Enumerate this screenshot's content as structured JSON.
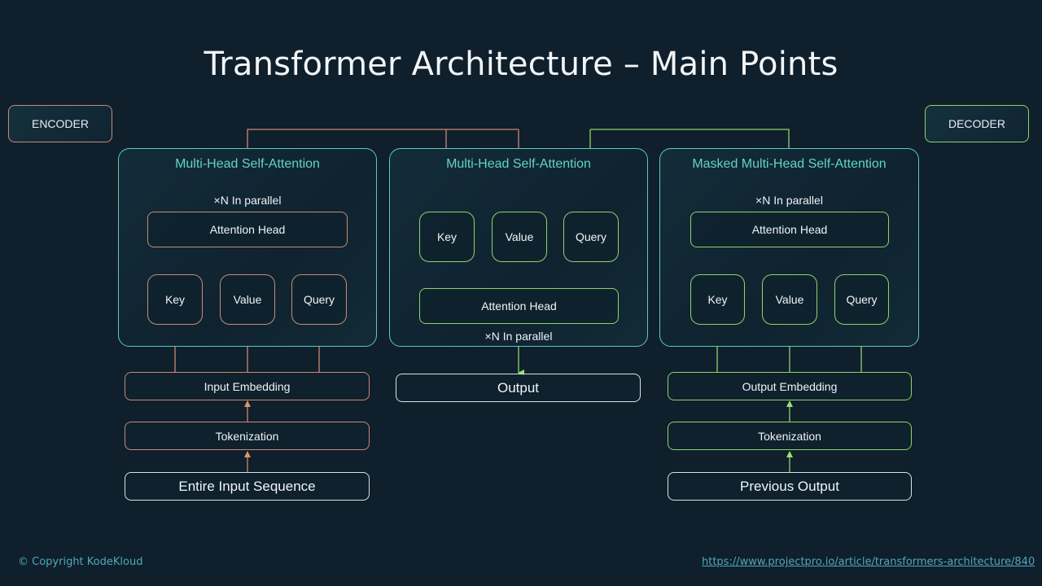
{
  "title": "Transformer Architecture – Main Points",
  "colors": {
    "background": "#0f1f2c",
    "panel_border": "#5fc9bd",
    "panel_title": "#63d3c5",
    "encoder_accent": "#c98b72",
    "decoder_accent": "#8fd36a",
    "io_border": "#d9e4ea",
    "footer_text": "#4fa8b8"
  },
  "encoder": {
    "tag": "ENCODER",
    "panel_title": "Multi-Head Self-Attention",
    "parallel_label": "×N  In parallel",
    "attention_head": "Attention Head",
    "key": "Key",
    "value": "Value",
    "query": "Query",
    "embedding": "Input Embedding",
    "tokenization": "Tokenization",
    "input": "Entire Input Sequence"
  },
  "cross": {
    "panel_title": "Multi-Head Self-Attention",
    "key": "Key",
    "value": "Value",
    "query": "Query",
    "attention_head": "Attention Head",
    "parallel_label": "×N  In parallel",
    "output": "Output"
  },
  "decoder": {
    "tag": "DECODER",
    "panel_title": "Masked Multi-Head Self-Attention",
    "parallel_label": "×N  In parallel",
    "attention_head": "Attention Head",
    "key": "Key",
    "value": "Value",
    "query": "Query",
    "embedding": "Output Embedding",
    "tokenization": "Tokenization",
    "input": "Previous Output"
  },
  "footer": {
    "copyright": "© Copyright KodeKloud",
    "source_link": "https://www.projectpro.io/article/transformers-architecture/840"
  }
}
